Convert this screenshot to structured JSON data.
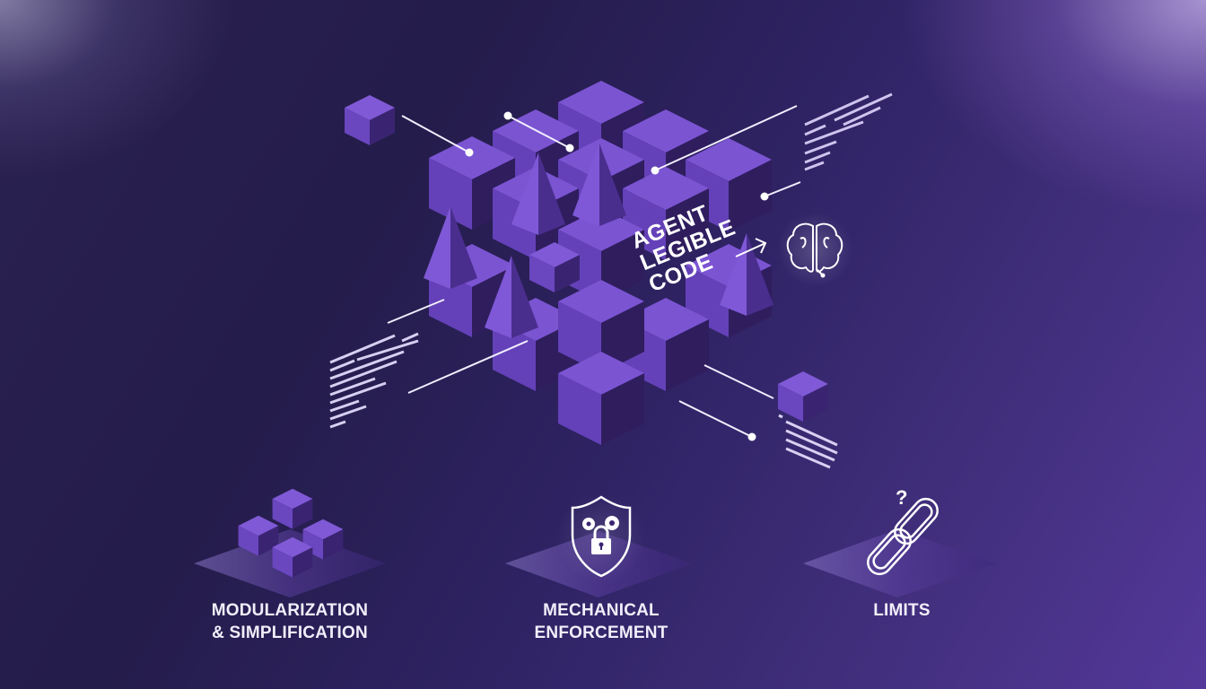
{
  "hero": {
    "title_lines": [
      "AGENT",
      "LEGIBLE",
      "CODE"
    ],
    "arrow_target_icon": "brain-icon"
  },
  "pillars": [
    {
      "icon": "stacked-cubes-icon",
      "label_line1": "MODULARIZATION",
      "label_line2": "& SIMPLIFICATION"
    },
    {
      "icon": "shield-gears-lock-icon",
      "label_line1": "MECHANICAL",
      "label_line2": "ENFORCEMENT"
    },
    {
      "icon": "broken-chain-question-icon",
      "label_line1": "LIMITS",
      "label_line2": ""
    }
  ],
  "colors": {
    "background_dark": "#1c1740",
    "background_light": "#54389a",
    "cube_top": "#7b54d2",
    "cube_left": "#6441b8",
    "cube_right": "#3a2470",
    "text": "#f1eefa"
  }
}
